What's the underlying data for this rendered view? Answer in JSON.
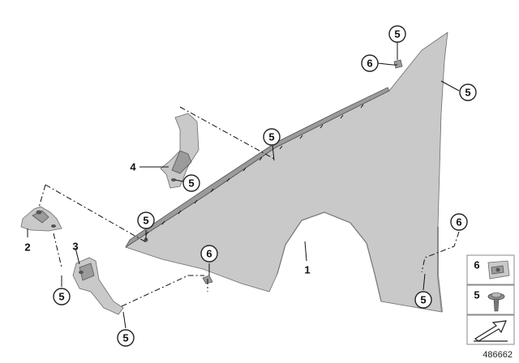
{
  "callouts": {
    "fender_label": "1",
    "bracket_front_label": "2",
    "bracket_lower_label": "3",
    "bracket_upper_label": "4",
    "screw_label": "5",
    "nut_label": "6"
  },
  "legend": {
    "nut_label": "6",
    "screw_label": "5"
  },
  "reference_number": "486662"
}
